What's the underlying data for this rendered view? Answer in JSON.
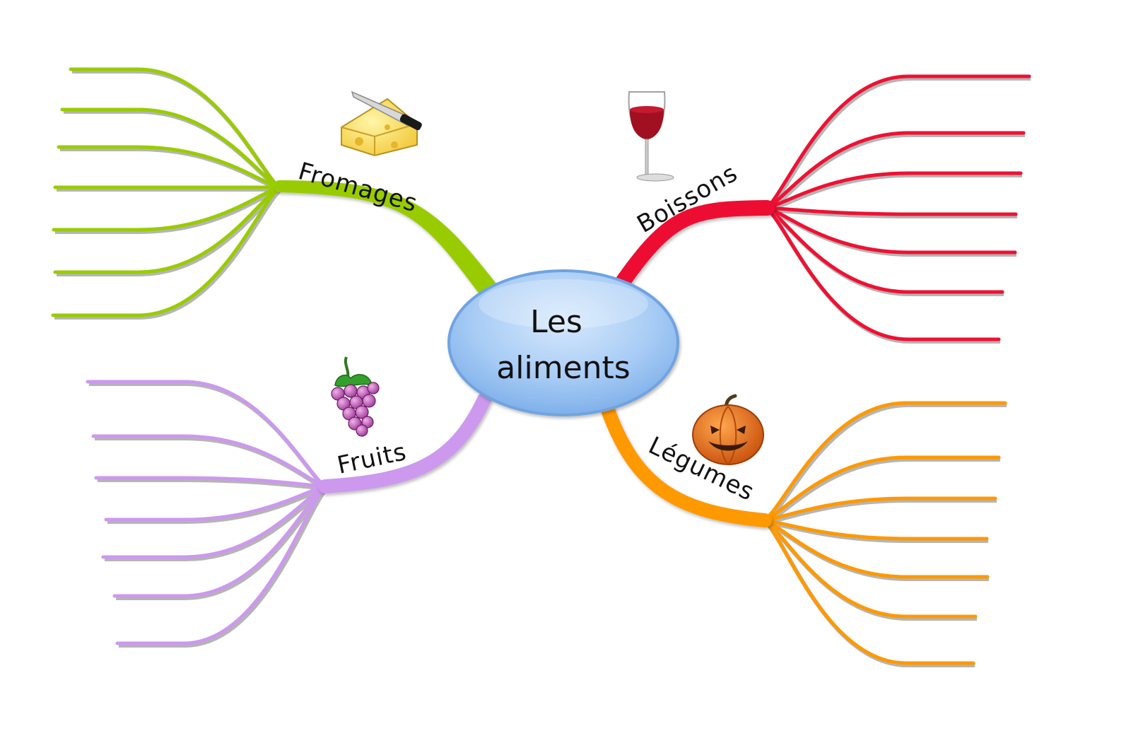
{
  "central_topic": {
    "line1": "Les",
    "line2": "aliments"
  },
  "branches": {
    "fromages": {
      "label": "Fromages",
      "color": "#99cc00",
      "icon": "cheese-icon",
      "sub_branch_count": 7
    },
    "boissons": {
      "label": "Boissons",
      "color": "#ee1133",
      "icon": "wine-glass-icon",
      "sub_branch_count": 7
    },
    "fruits": {
      "label": "Fruits",
      "color": "#cc99ee",
      "icon": "grapes-icon",
      "sub_branch_count": 7
    },
    "legumes": {
      "label": "Légumes",
      "color": "#ff9900",
      "icon": "pumpkin-icon",
      "sub_branch_count": 7
    }
  },
  "colors": {
    "central_fill": "#a8ccf5",
    "central_stroke": "#6fa3e0"
  }
}
